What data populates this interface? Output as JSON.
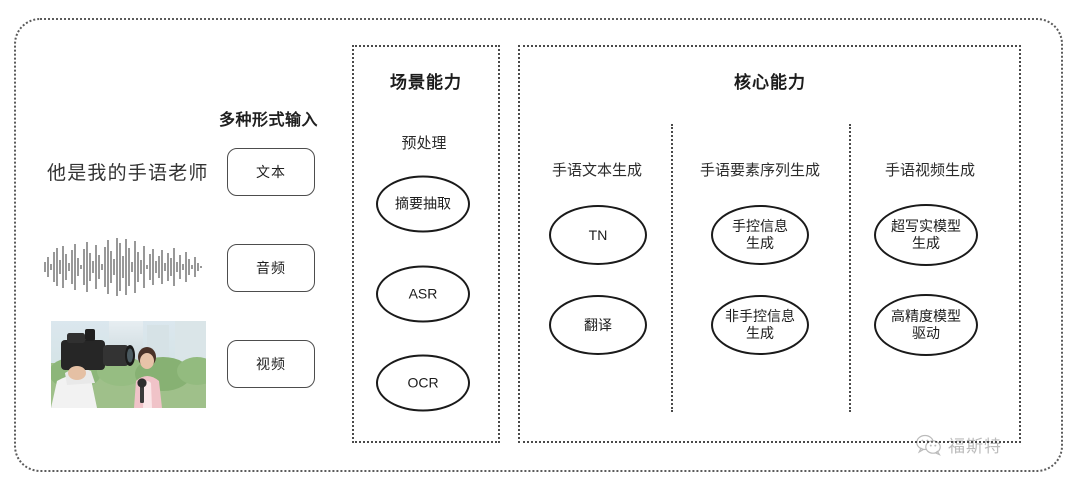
{
  "diagram": {
    "title_hidden": "",
    "input_section": {
      "heading": "多种形式输入",
      "sample_text": "他是我的手语老师",
      "chips": [
        {
          "label": "文本",
          "name": "text"
        },
        {
          "label": "音频",
          "name": "audio"
        },
        {
          "label": "视频",
          "name": "video"
        }
      ],
      "waveform_icon": "audio-waveform-icon",
      "video_icon": "video-thumbnail-image"
    },
    "scene_section": {
      "title": "场景能力",
      "group_label": "预处理",
      "nodes": [
        {
          "label": "摘要抽取"
        },
        {
          "label": "ASR"
        },
        {
          "label": "OCR"
        }
      ]
    },
    "core_section": {
      "title": "核心能力",
      "columns": [
        {
          "label": "手语文本生成",
          "nodes": [
            {
              "label": "TN"
            },
            {
              "label": "翻译"
            }
          ]
        },
        {
          "label": "手语要素序列生成",
          "nodes": [
            {
              "label": "手控信息\n生成"
            },
            {
              "label": "非手控信息\n生成"
            }
          ]
        },
        {
          "label": "手语视频生成",
          "nodes": [
            {
              "label": "超写实模型\n生成"
            },
            {
              "label": "高精度模型\n驱动"
            }
          ]
        }
      ]
    },
    "watermark": {
      "text": "福斯特",
      "icon": "wechat-bubbles-icon"
    },
    "colors": {
      "border": "#4a4a4a",
      "node_border": "#1a1a1a",
      "text": "#1c1c1c",
      "background": "#ffffff"
    }
  }
}
